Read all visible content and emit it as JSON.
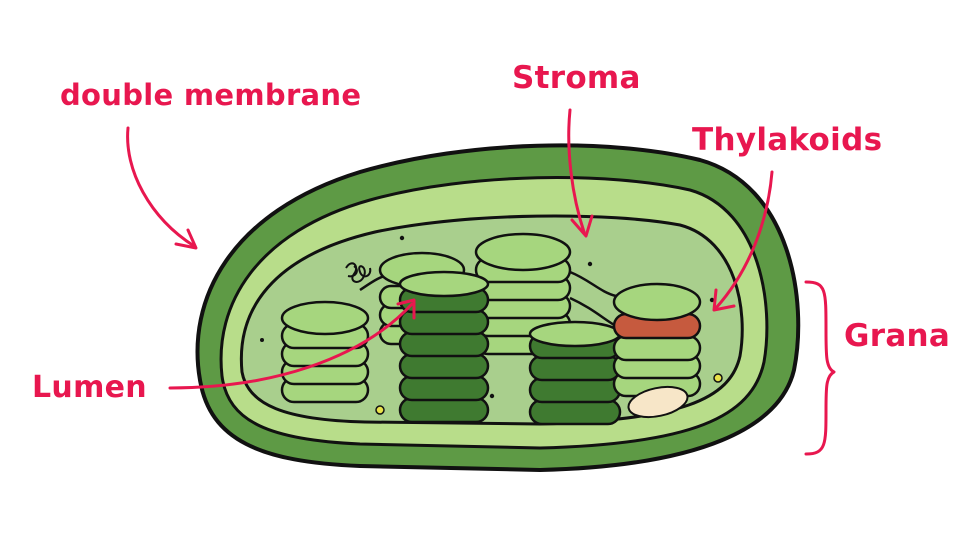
{
  "labels": {
    "double_membrane": "double membrane",
    "stroma": "Stroma",
    "thylakoids": "Thylakoids",
    "grana": "Grana",
    "lumen": "Lumen"
  },
  "colors": {
    "label": "#e8174f",
    "outer_membrane": "#5e9a45",
    "inner_membrane": "#b8dd8a",
    "stroma": "#a9cf8d",
    "thylakoid_light": "#a6d67e",
    "thylakoid_dark": "#3f7a30",
    "highlight_disc": "#c65a3e",
    "starch_grain": "#f7e6c8",
    "outline": "#111111"
  }
}
